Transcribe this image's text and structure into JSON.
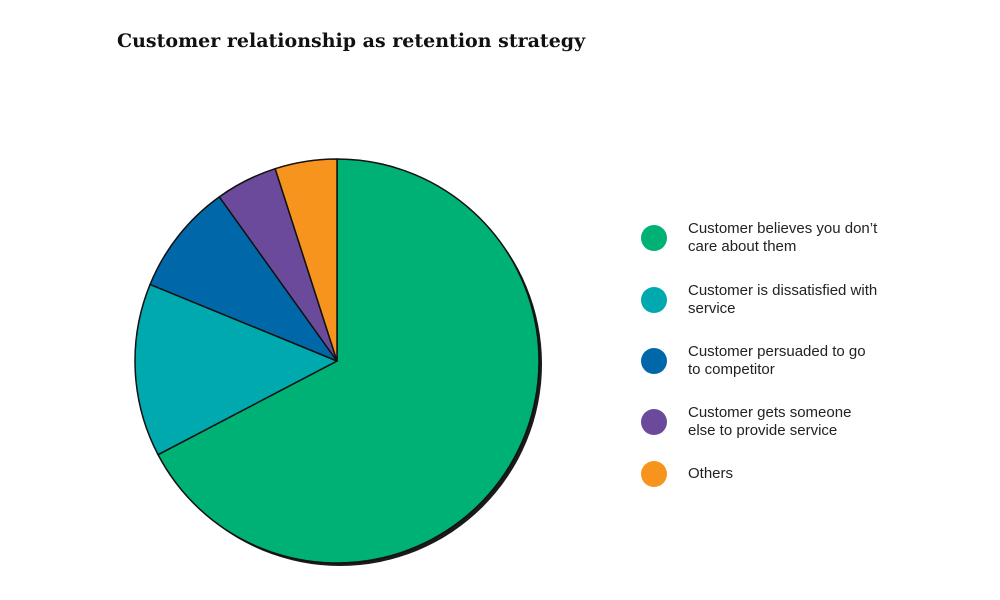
{
  "chart_data": {
    "type": "pie",
    "title": "Customer relationship as retention strategy",
    "categories": [
      "Customer believes you don’t care about them",
      "Customer is dissatisfied with service",
      "Customer persuaded to go to competitor",
      "Customer gets someone else to provide service",
      "Others"
    ],
    "values": [
      68,
      14,
      9,
      5,
      5
    ],
    "colors": [
      "#00b176",
      "#00a9ad",
      "#0068a8",
      "#6b4a9c",
      "#f7941e"
    ],
    "legend_position": "right",
    "legend_labels": [
      "Customer believes you don’t care about them",
      "Customer is dissatisfied with service",
      "Customer persuaded to go to competitor",
      "Customer gets someone else to provide service",
      "Others"
    ]
  }
}
